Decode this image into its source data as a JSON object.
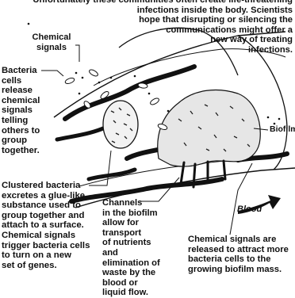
{
  "intro_text": "Unfortunately these communities often create life-threatening\ninfections inside the body. Scientists\nhope that disrupting or silencing the\ncommunications might offer a\nnew way of treating\ninfections.",
  "labels": {
    "chemical_signals": "Chemical\nsignals",
    "bacteria_release": "Bacteria\ncells\nrelease\nchemical\nsignals\ntelling\nothers to\ngroup\ntogether.",
    "biofilm": "Biofilm",
    "clustered_bacteria": "Clustered bacteria\nexcretes a glue-like\nsubstance used to\ngroup together and\nattach to a surface.\nChemical signals\ntrigger bacteria cells\nto turn on a new\nset of genes.",
    "channels": "Channels\nin the biofilm\nallow for transport\nof nutrients and\nelimination of\nwaste by the\nblood or\nliquid flow.",
    "blood": "Blood",
    "signals_released": "Chemical signals are\nreleased to attract more\nbacteria cells to the\ngrowing biofilm mass."
  }
}
